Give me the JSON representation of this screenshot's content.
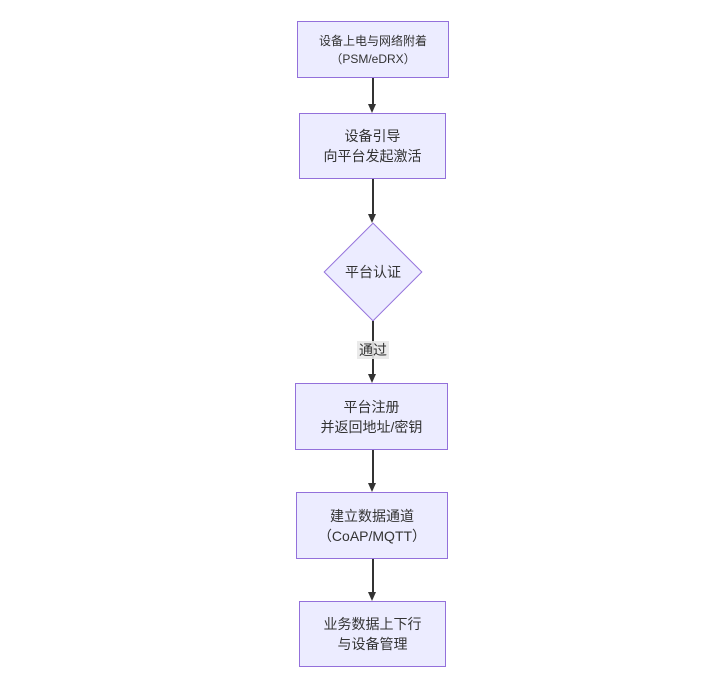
{
  "flow": {
    "type": "flowchart",
    "direction": "top-down",
    "nodes": [
      {
        "id": "A",
        "shape": "rect",
        "lines": [
          "设备上电与网络附着",
          "（PSM/eDRX）"
        ]
      },
      {
        "id": "B",
        "shape": "rect",
        "lines": [
          "设备引导",
          "向平台发起激活"
        ]
      },
      {
        "id": "C",
        "shape": "diamond",
        "lines": [
          "平台认证"
        ]
      },
      {
        "id": "D",
        "shape": "rect",
        "lines": [
          "平台注册",
          "并返回地址/密钥"
        ]
      },
      {
        "id": "E",
        "shape": "rect",
        "lines": [
          "建立数据通道",
          "（CoAP/MQTT）"
        ]
      },
      {
        "id": "F",
        "shape": "rect",
        "lines": [
          "业务数据上下行",
          "与设备管理"
        ]
      }
    ],
    "edges": [
      {
        "from": "A",
        "to": "B",
        "label": ""
      },
      {
        "from": "B",
        "to": "C",
        "label": ""
      },
      {
        "from": "C",
        "to": "D",
        "label": "通过"
      },
      {
        "from": "D",
        "to": "E",
        "label": ""
      },
      {
        "from": "E",
        "to": "F",
        "label": ""
      }
    ],
    "colors": {
      "node_fill": "#ECECFF",
      "node_border": "#9370DB",
      "text": "#333333",
      "edge": "#333333",
      "edge_label_bg": "#E8E8E8",
      "background": "#FFFFFF"
    }
  }
}
